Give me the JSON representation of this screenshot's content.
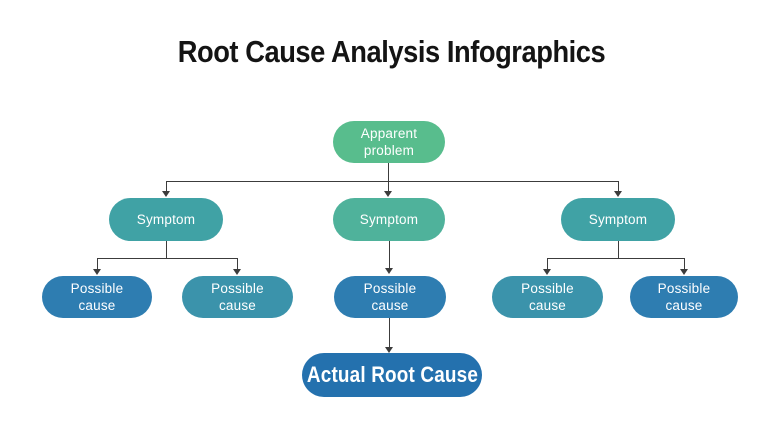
{
  "title": "Root Cause Analysis Infographics",
  "colors": {
    "background": "#ffffff",
    "title_text": "#141414",
    "connector_line": "#3c3c3c",
    "node_text": "#ffffff",
    "green": "#58bd8d",
    "teal": "#40a2a5",
    "green_teal": "#4fb29b",
    "teal_blue": "#3b93ab",
    "blue": "#2e7db1",
    "dark_blue": "#2471ae"
  },
  "diagram": {
    "nodes": {
      "apparent": {
        "label": "Apparent problem",
        "color": "#58bd8d"
      },
      "symptom_left": {
        "label": "Symptom",
        "color": "#40a2a5"
      },
      "symptom_mid": {
        "label": "Symptom",
        "color": "#4fb29b"
      },
      "symptom_right": {
        "label": "Symptom",
        "color": "#40a2a5"
      },
      "cause_1": {
        "label": "Possible cause",
        "color": "#2e7db1"
      },
      "cause_2": {
        "label": "Possible cause",
        "color": "#3b93ab"
      },
      "cause_3": {
        "label": "Possible cause",
        "color": "#2e7db1"
      },
      "cause_4": {
        "label": "Possible cause",
        "color": "#3b93ab"
      },
      "cause_5": {
        "label": "Possible cause",
        "color": "#2e7db1"
      },
      "root": {
        "label": "Actual Root Cause",
        "color": "#2471ae"
      }
    },
    "edges": [
      "apparent -> symptom_left",
      "apparent -> symptom_mid",
      "apparent -> symptom_right",
      "symptom_left -> cause_1",
      "symptom_left -> cause_2",
      "symptom_mid -> cause_3",
      "symptom_right -> cause_4",
      "symptom_right -> cause_5",
      "cause_3 -> root"
    ]
  }
}
